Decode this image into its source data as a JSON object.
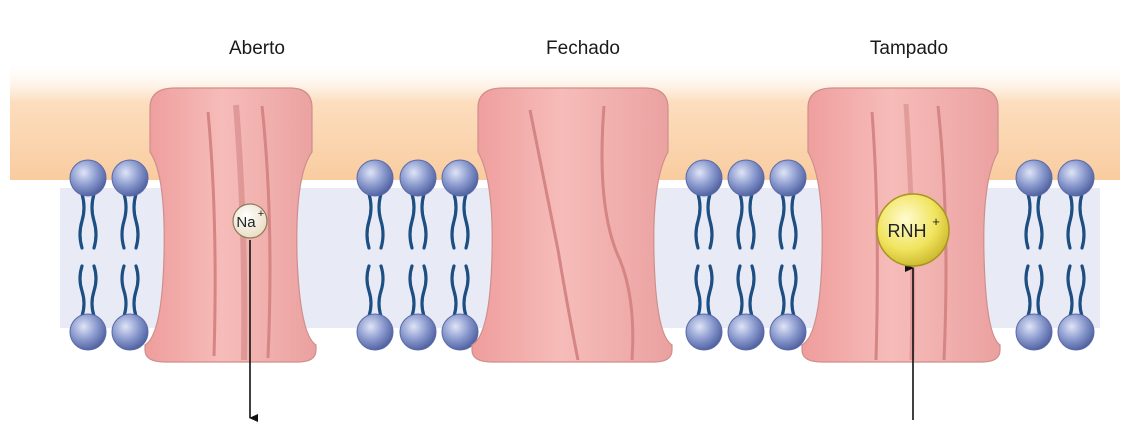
{
  "states": [
    {
      "label": "Aberto"
    },
    {
      "label": "Fechado"
    },
    {
      "label": "Tampado"
    }
  ],
  "ions": {
    "sodium": {
      "base": "Na",
      "charge": "+"
    },
    "blocker": {
      "base": "RNH",
      "charge": "+"
    }
  },
  "colors": {
    "channel": "#f0a8a6",
    "channel_outline": "#c98886",
    "head": "#7d8fc4",
    "tail": "#1e4f82",
    "glow": "#fbd7b0",
    "band": "#eaecf7",
    "sodium_ion": "#f6eedc",
    "blocker_ion": "#f2ea6a"
  }
}
